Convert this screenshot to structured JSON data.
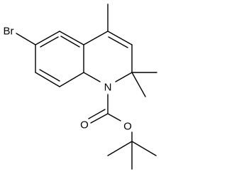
{
  "molecule": {
    "atoms": {
      "bromine": "Br",
      "ring_nitrogen": "N",
      "carbonyl_oxygen": "O",
      "ester_oxygen": "O"
    }
  }
}
